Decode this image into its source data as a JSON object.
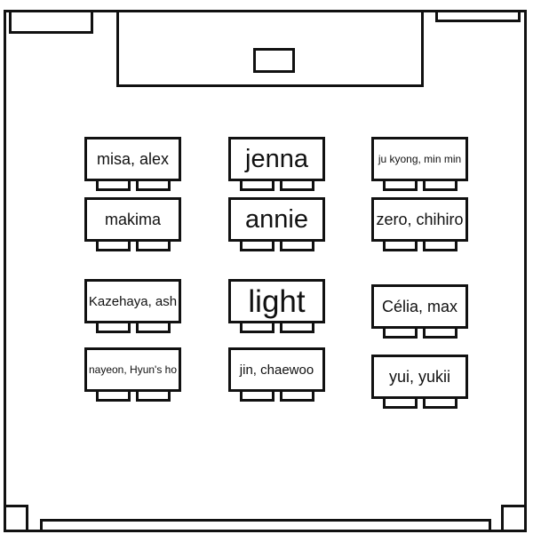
{
  "seating": {
    "rows": [
      [
        "misa, alex",
        "jenna",
        "ju kyong, min min"
      ],
      [
        "makima",
        "annie",
        "zero, chihiro"
      ],
      [
        "Kazehaya, ash",
        "light",
        "Célia, max"
      ],
      [
        "nayeon, Hyun's ho",
        "jin, chaewoo",
        "yui, yukii"
      ]
    ]
  }
}
